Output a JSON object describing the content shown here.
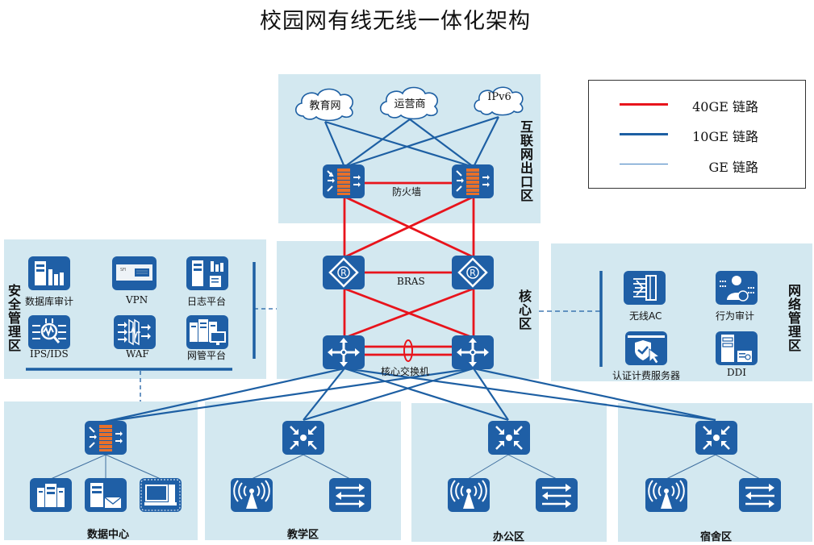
{
  "title": "校园网有线无线一体化架构",
  "colors": {
    "region_bg": "#d3e8f0",
    "device_blue": "#1f5fa6",
    "link_40ge": "#e8141c",
    "link_10ge": "#1d5fa3",
    "link_ge": "#3f7fbf",
    "firewall_brick": "#e8702a"
  },
  "legend": {
    "items": [
      {
        "label": "40GE 链路",
        "color": "#e8141c",
        "style": "thick"
      },
      {
        "label": "10GE 链路",
        "color": "#1d5fa3",
        "style": "medium"
      },
      {
        "label": "GE 链路",
        "color": "#3f7fbf",
        "style": "thin"
      }
    ]
  },
  "regions": {
    "internet": {
      "label": "互联网出口区",
      "clouds": [
        "教育网",
        "运营商",
        "IPv6"
      ],
      "device_label": "防火墙",
      "devices": [
        "firewall-icon",
        "firewall-icon"
      ]
    },
    "core": {
      "label": "核心区",
      "bras_label": "BRAS",
      "switch_label": "核心交换机",
      "devices": [
        "router-icon",
        "router-icon",
        "core-switch-icon",
        "core-switch-icon"
      ]
    },
    "security": {
      "label": "安全管理区",
      "items": [
        {
          "label": "数据库审计",
          "icon": "database-audit-icon"
        },
        {
          "label": "VPN",
          "icon": "vpn-icon"
        },
        {
          "label": "日志平台",
          "icon": "log-platform-icon"
        },
        {
          "label": "IPS/IDS",
          "icon": "ips-ids-icon"
        },
        {
          "label": "WAF",
          "icon": "waf-icon"
        },
        {
          "label": "网管平台",
          "icon": "nms-platform-icon"
        }
      ]
    },
    "network_mgmt": {
      "label": "网络管理区",
      "items": [
        {
          "label": "无线AC",
          "icon": "wireless-ac-icon"
        },
        {
          "label": "行为审计",
          "icon": "behavior-audit-icon"
        },
        {
          "label": "认证计费服务器",
          "icon": "auth-billing-server-icon"
        },
        {
          "label": "DDI",
          "icon": "ddi-icon"
        }
      ]
    },
    "datacenter": {
      "label": "数据中心",
      "devices": [
        "firewall-icon",
        "server-cluster-icon",
        "mail-server-icon",
        "workstation-icon"
      ]
    },
    "teaching": {
      "label": "教学区",
      "devices": [
        "aggregation-switch-icon",
        "wireless-ap-icon",
        "access-switch-icon"
      ]
    },
    "office": {
      "label": "办公区",
      "devices": [
        "aggregation-switch-icon",
        "wireless-ap-icon",
        "access-switch-icon"
      ]
    },
    "dorm": {
      "label": "宿舍区",
      "devices": [
        "aggregation-switch-icon",
        "wireless-ap-icon",
        "access-switch-icon"
      ]
    }
  }
}
